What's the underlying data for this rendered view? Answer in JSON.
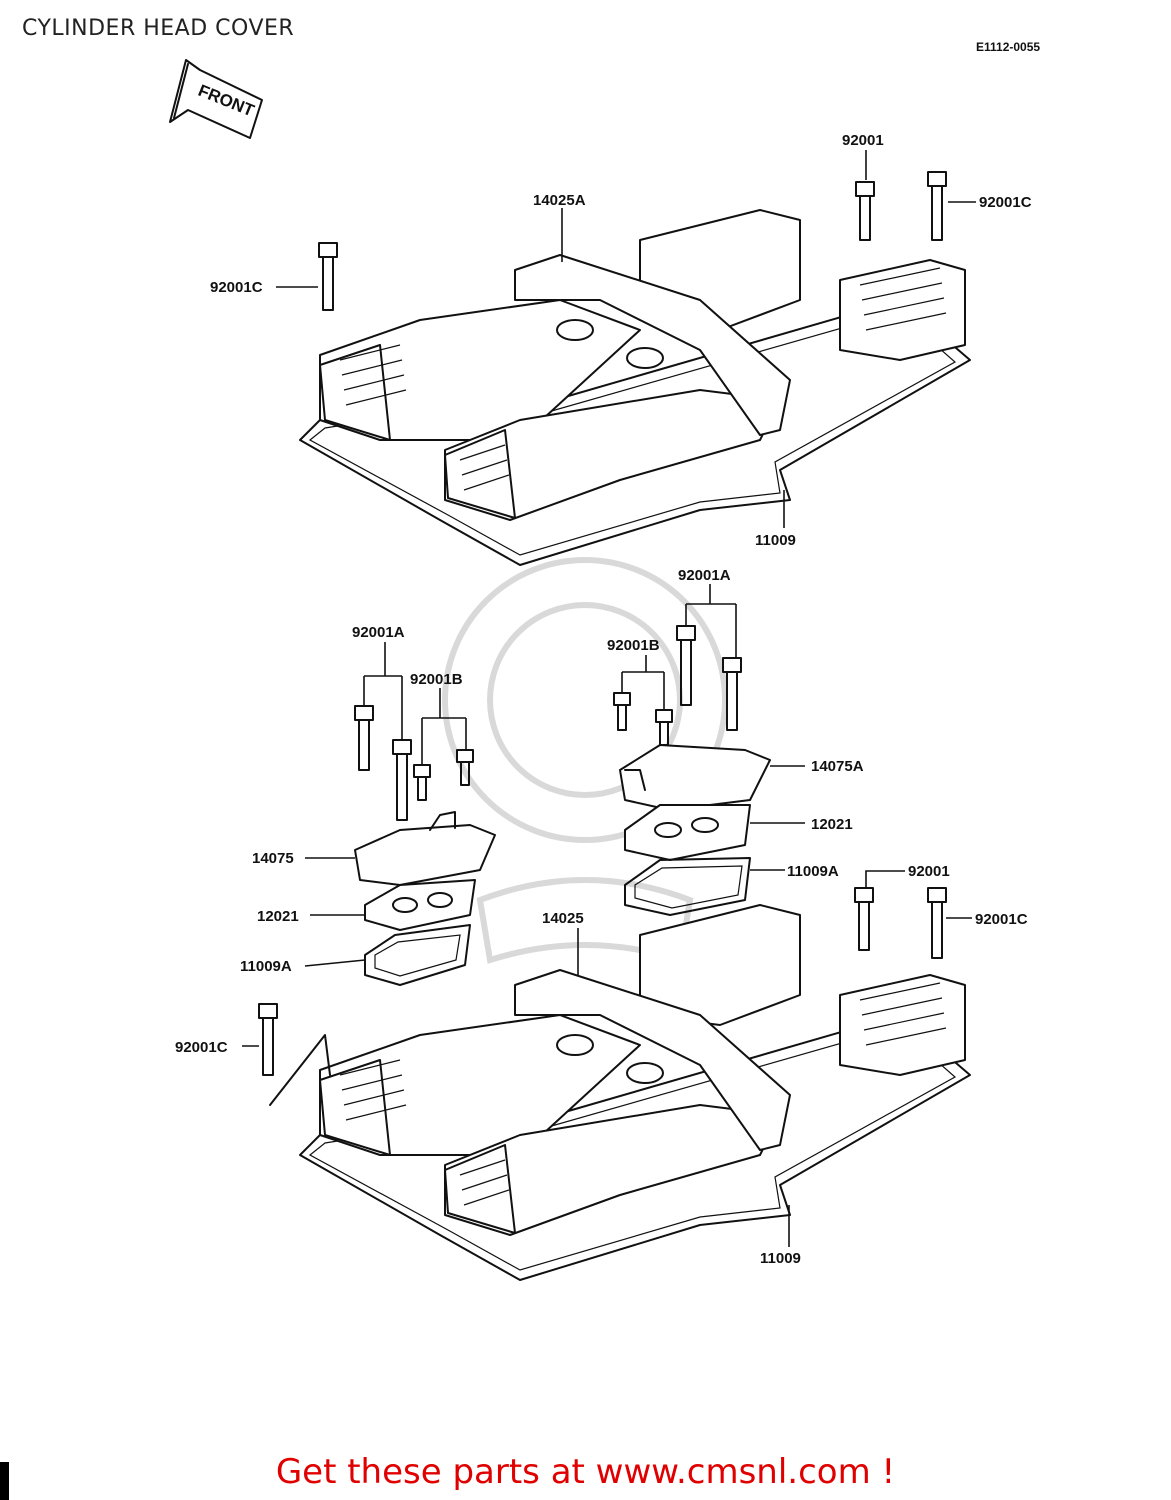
{
  "header": {
    "title": "CYLINDER HEAD COVER",
    "diagram_code": "E1112-0055"
  },
  "front_arrow": {
    "label": "FRONT"
  },
  "labels": {
    "l92001_top": "92001",
    "l92001C_topright": "92001C",
    "l14025A": "14025A",
    "l92001C_topleft": "92001C",
    "l11009_top": "11009",
    "l92001A_right": "92001A",
    "l92001B_right": "92001B",
    "l92001A_left": "92001A",
    "l92001B_left": "92001B",
    "l14075A": "14075A",
    "l12021_right": "12021",
    "l11009A_right": "11009A",
    "l14075": "14075",
    "l12021_left": "12021",
    "l11009A_left": "11009A",
    "l14025": "14025",
    "l92001_bottom": "92001",
    "l92001C_bottomright": "92001C",
    "l92001C_bottomleft": "92001C",
    "l11009_bottom": "11009"
  },
  "footer": {
    "text": "Get these parts at www.cmsnl.com !",
    "color": "#e00000"
  }
}
